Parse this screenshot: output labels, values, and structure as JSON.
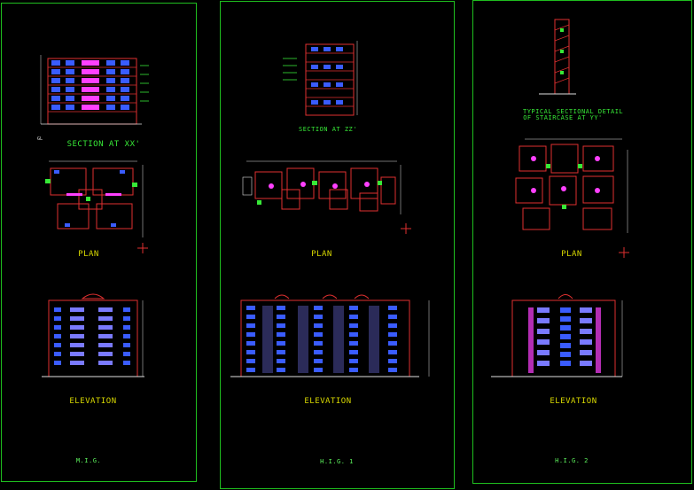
{
  "sheets": [
    {
      "id": "mig",
      "section_label": "SECTION AT XX'",
      "plan_label": "PLAN",
      "elevation_label": "ELEVATION",
      "sheet_label": "M.I.G."
    },
    {
      "id": "hig1",
      "section_label": "SECTION AT ZZ'",
      "plan_label": "PLAN",
      "elevation_label": "ELEVATION",
      "sheet_label": "H.I.G. 1"
    },
    {
      "id": "hig2",
      "section_label_line1": "TYPICAL SECTIONAL DETAIL",
      "section_label_line2": "OF STAIRCASE AT YY'",
      "plan_label": "PLAN",
      "elevation_label": "ELEVATION",
      "sheet_label": "H.I.G. 2"
    }
  ],
  "colors": {
    "frame": "#1fbf1f",
    "wall": "#e03030",
    "window": "#3a5cff",
    "text_label": "#d8d800",
    "text_title": "#37e837",
    "annotation": "#5cf05c",
    "accent": "#ff40ff",
    "white": "#e0e0e0"
  }
}
